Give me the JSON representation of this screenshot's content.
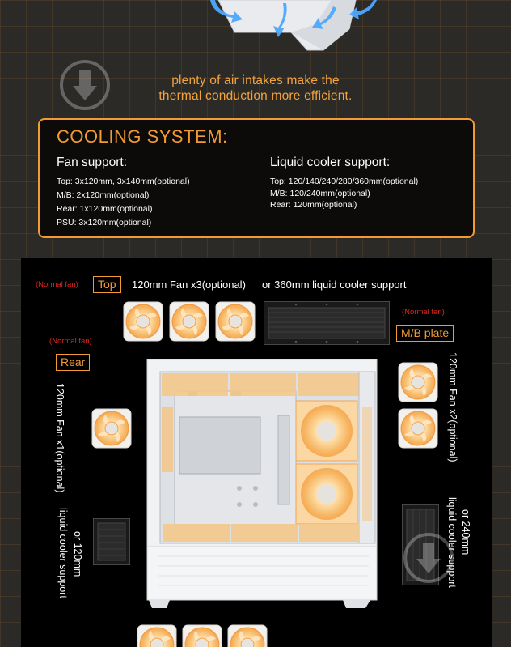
{
  "intro": {
    "line1": "plenty of air intakes make the",
    "line2": "thermal conduction more efficient."
  },
  "cooling": {
    "title": "COOLING SYSTEM:",
    "fan_support": {
      "title": "Fan support:",
      "items": [
        "Top: 3x120mm, 3x140mm(optional)",
        "M/B: 2x120mm(optional)",
        "Rear: 1x120mm(optional)",
        "PSU: 3x120mm(optional)"
      ]
    },
    "liquid_support": {
      "title": "Liquid cooler support:",
      "items": [
        "Top: 120/140/240/280/360mm(optional)",
        "M/B: 120/240mm(optional)",
        "Rear: 120mm(optional)"
      ]
    }
  },
  "diagram": {
    "top": {
      "normal_fan": "(Normal fan)",
      "label": "Top",
      "fan_text": "120mm Fan x3(optional)",
      "cooler_text": "or 360mm liquid cooler support"
    },
    "mb": {
      "normal_fan": "(Normal fan)",
      "label": "M/B plate",
      "fan_text": "120mm Fan  x2(optional)",
      "cooler_text_1": "or 240mm",
      "cooler_text_2": "liquid cooler support"
    },
    "rear": {
      "normal_fan": "(Normal fan)",
      "label": "Rear",
      "fan_text": "120mm Fan x1(optional)",
      "cooler_text_1": "or 120mm",
      "cooler_text_2": "liquid cooler support"
    }
  },
  "colors": {
    "accent": "#f29b35",
    "normal_fan_red": "#e0251e",
    "fan_glow": "#f7c77a"
  },
  "icons": [
    "download-arrow-icon",
    "fan-icon",
    "radiator-icon",
    "airflow-arrow-icon"
  ]
}
